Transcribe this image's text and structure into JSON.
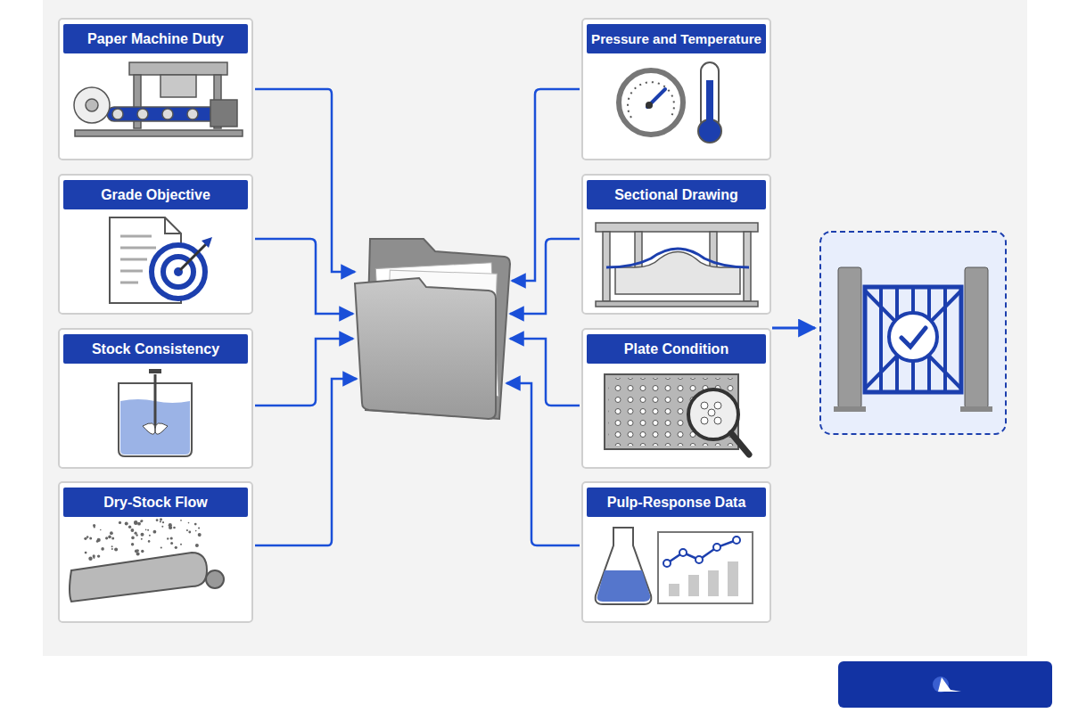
{
  "diagram": {
    "nodes": [
      {
        "text": [
          "Paper Machine Duty"
        ]
      },
      {
        "text": [
          "Grade Objective"
        ]
      },
      {
        "text": [
          "Stock Consistency"
        ]
      },
      {
        "text": [
          "Dry-Stock Flow"
        ]
      },
      {
        "text": [
          "Pressure and Temperature"
        ]
      },
      {
        "text": [
          "Sectional Drawing"
        ]
      },
      {
        "text": [
          "Plate Condition"
        ]
      },
      {
        "text": [
          "Pulp-Response Data"
        ]
      }
    ]
  }
}
